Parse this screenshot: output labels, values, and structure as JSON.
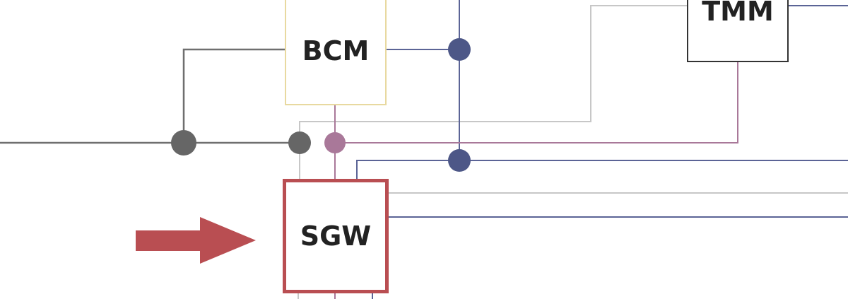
{
  "modules": {
    "bcm": "BCM",
    "sgw": "SGW",
    "tmm": "TMM"
  },
  "colors": {
    "grey_wire": "#6f6f6f",
    "light_wire": "#c7c7c7",
    "blue_wire": "#5b6496",
    "pink_wire": "#a97899",
    "highlight": "#b94e52",
    "bcm_border": "#e8d9a0",
    "tmm_border": "#333333"
  }
}
